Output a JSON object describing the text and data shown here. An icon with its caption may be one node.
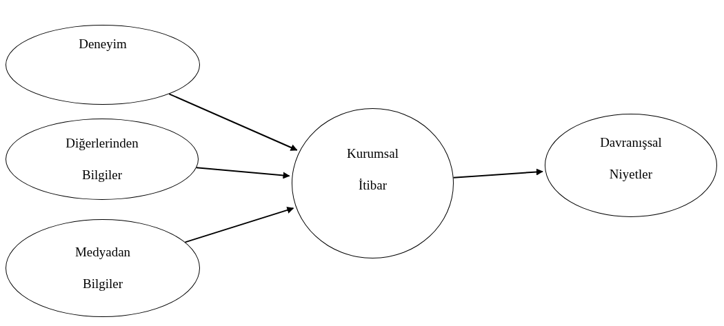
{
  "diagram": {
    "nodes": [
      {
        "text": [
          "Deneyim"
        ]
      },
      {
        "text": [
          "Diğerlerinden Bilgiler"
        ]
      },
      {
        "text": [
          "Medyadan Bilgiler"
        ]
      },
      {
        "text": [
          "Kurumsal İtibar"
        ]
      },
      {
        "text": [
          "Davranışsal Niyetler"
        ]
      }
    ],
    "edges": [
      {
        "from": 0,
        "to": 3,
        "arrow": "to"
      },
      {
        "from": 1,
        "to": 3,
        "arrow": "to"
      },
      {
        "from": 2,
        "to": 3,
        "arrow": "to"
      },
      {
        "from": 3,
        "to": 4,
        "arrow": "to"
      }
    ]
  }
}
